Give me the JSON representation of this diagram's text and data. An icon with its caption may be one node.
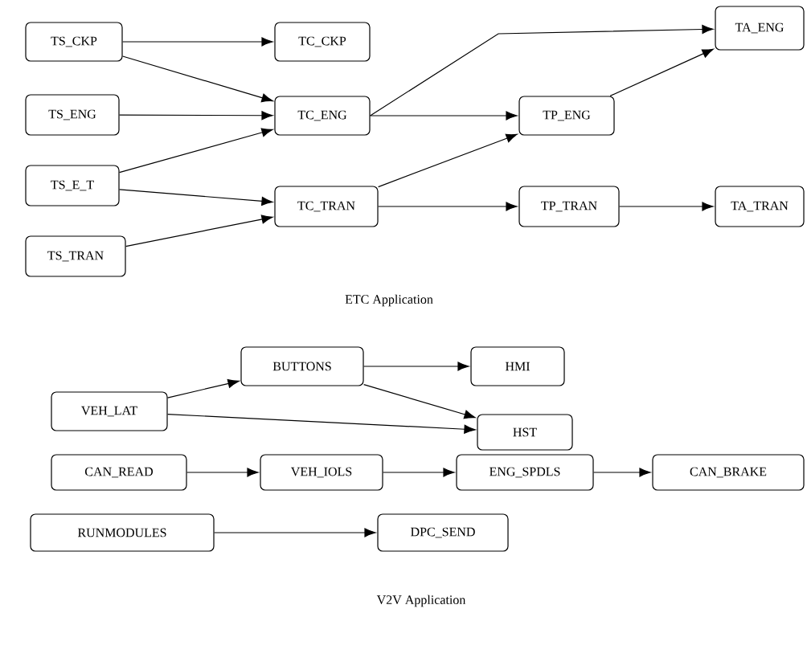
{
  "diagram": {
    "nodes": [
      {
        "text": [
          "TS_CKP"
        ]
      },
      {
        "text": [
          "TC_CKP"
        ]
      },
      {
        "text": [
          "TA_ENG"
        ]
      },
      {
        "text": [
          "TS_ENG"
        ]
      },
      {
        "text": [
          "TC_ENG"
        ]
      },
      {
        "text": [
          "TP_ENG"
        ]
      },
      {
        "text": [
          "TS_E_T"
        ]
      },
      {
        "text": [
          "TC_TRAN"
        ]
      },
      {
        "text": [
          "TP_TRAN"
        ]
      },
      {
        "text": [
          "TA_TRAN"
        ]
      },
      {
        "text": [
          "TS_TRAN"
        ]
      },
      {
        "text": [
          "BUTTONS"
        ]
      },
      {
        "text": [
          "HMI"
        ]
      },
      {
        "text": [
          "VEH_LAT"
        ]
      },
      {
        "text": [
          "HST"
        ]
      },
      {
        "text": [
          "CAN_READ"
        ]
      },
      {
        "text": [
          "VEH_IOLS"
        ]
      },
      {
        "text": [
          "ENG_SPDLS"
        ]
      },
      {
        "text": [
          "CAN_BRAKE"
        ]
      },
      {
        "text": [
          "RUNMODULES"
        ]
      },
      {
        "text": [
          "DPC_SEND"
        ]
      }
    ],
    "edges": [
      {
        "from": 0,
        "to": 1,
        "arrow": "to"
      },
      {
        "from": 0,
        "to": 4,
        "arrow": "to"
      },
      {
        "from": 3,
        "to": 4,
        "arrow": "to"
      },
      {
        "from": 6,
        "to": 4,
        "arrow": "to"
      },
      {
        "from": 6,
        "to": 7,
        "arrow": "to"
      },
      {
        "from": 10,
        "to": 7,
        "arrow": "to"
      },
      {
        "from": 4,
        "to": 2,
        "arrow": "to"
      },
      {
        "from": 4,
        "to": 5,
        "arrow": "to"
      },
      {
        "from": 7,
        "to": 5,
        "arrow": "to"
      },
      {
        "from": 5,
        "to": 2,
        "arrow": "to"
      },
      {
        "from": 7,
        "to": 8,
        "arrow": "to"
      },
      {
        "from": 8,
        "to": 9,
        "arrow": "to"
      },
      {
        "from": 13,
        "to": 11,
        "arrow": "to"
      },
      {
        "from": 11,
        "to": 12,
        "arrow": "to"
      },
      {
        "from": 11,
        "to": 14,
        "arrow": "to"
      },
      {
        "from": 13,
        "to": 14,
        "arrow": "to"
      },
      {
        "from": 15,
        "to": 16,
        "arrow": "to"
      },
      {
        "from": 16,
        "to": 17,
        "arrow": "to"
      },
      {
        "from": 17,
        "to": 18,
        "arrow": "to"
      },
      {
        "from": 19,
        "to": 20,
        "arrow": "to"
      }
    ],
    "labels": [
      "ETC Application",
      "V2V Application"
    ]
  }
}
